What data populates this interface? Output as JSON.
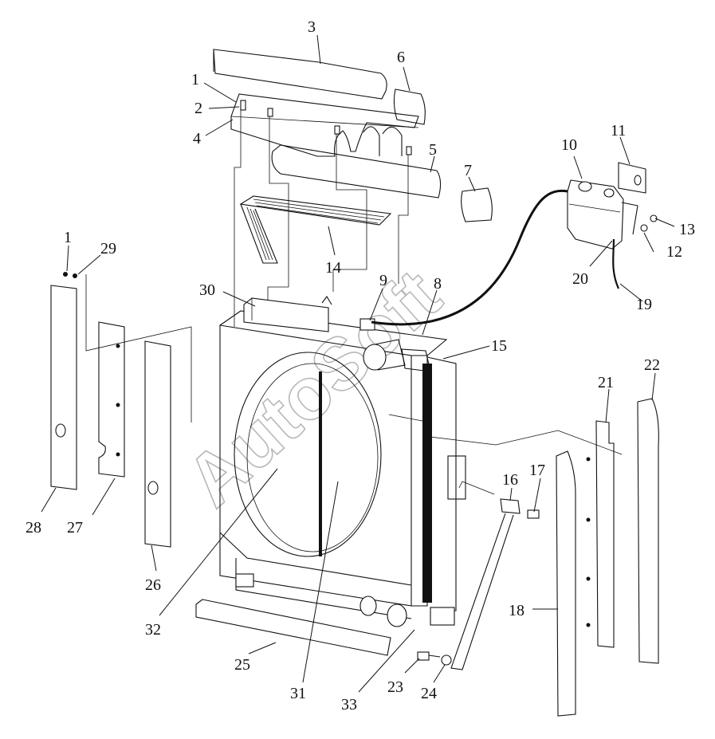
{
  "watermark": "AutoSoft",
  "callouts": [
    {
      "id": "c1a",
      "text": "1"
    },
    {
      "id": "c2",
      "text": "2"
    },
    {
      "id": "c3",
      "text": "3"
    },
    {
      "id": "c4",
      "text": "4"
    },
    {
      "id": "c5",
      "text": "5"
    },
    {
      "id": "c6",
      "text": "6"
    },
    {
      "id": "c7",
      "text": "7"
    },
    {
      "id": "c8",
      "text": "8"
    },
    {
      "id": "c9",
      "text": "9"
    },
    {
      "id": "c10",
      "text": "10"
    },
    {
      "id": "c11",
      "text": "11"
    },
    {
      "id": "c12",
      "text": "12"
    },
    {
      "id": "c13",
      "text": "13"
    },
    {
      "id": "c14",
      "text": "14"
    },
    {
      "id": "c15",
      "text": "15"
    },
    {
      "id": "c16",
      "text": "16"
    },
    {
      "id": "c17",
      "text": "17"
    },
    {
      "id": "c18",
      "text": "18"
    },
    {
      "id": "c19",
      "text": "19"
    },
    {
      "id": "c20",
      "text": "20"
    },
    {
      "id": "c21",
      "text": "21"
    },
    {
      "id": "c22",
      "text": "22"
    },
    {
      "id": "c23",
      "text": "23"
    },
    {
      "id": "c24",
      "text": "24"
    },
    {
      "id": "c25",
      "text": "25"
    },
    {
      "id": "c26",
      "text": "26"
    },
    {
      "id": "c27",
      "text": "27"
    },
    {
      "id": "c28",
      "text": "28"
    },
    {
      "id": "c1b",
      "text": "1"
    },
    {
      "id": "c29",
      "text": "29"
    },
    {
      "id": "c30",
      "text": "30"
    },
    {
      "id": "c31",
      "text": "31"
    },
    {
      "id": "c32",
      "text": "32"
    },
    {
      "id": "c33",
      "text": "33"
    }
  ]
}
